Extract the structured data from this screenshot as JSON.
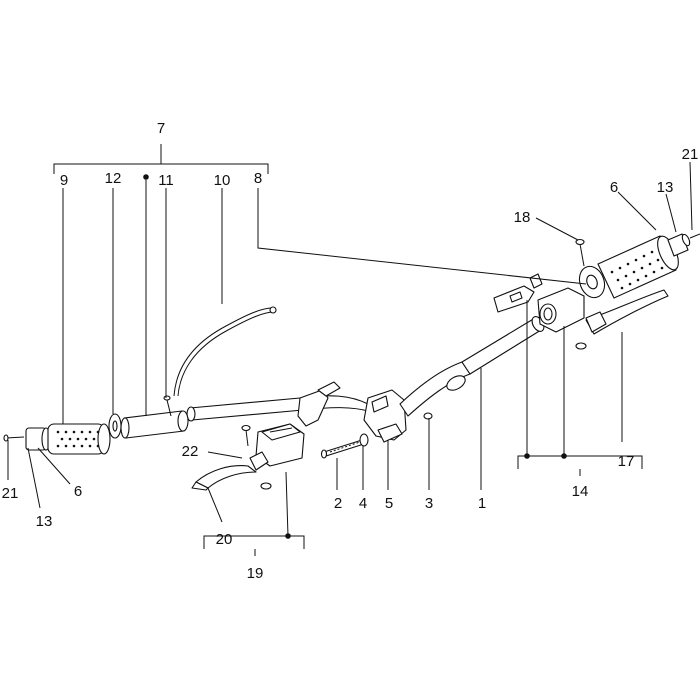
{
  "callouts": {
    "c1": "1",
    "c2": "2",
    "c3": "3",
    "c4": "4",
    "c5": "5",
    "c6_right": "6",
    "c6_left": "6",
    "c7": "7",
    "c8": "8",
    "c9": "9",
    "c10": "10",
    "c11": "11",
    "c12": "12",
    "c13_right": "13",
    "c13_left": "13",
    "c14": "14",
    "c17": "17",
    "c18": "18",
    "c19": "19",
    "c20": "20",
    "c21_right": "21",
    "c21_left": "21",
    "c22": "22"
  }
}
